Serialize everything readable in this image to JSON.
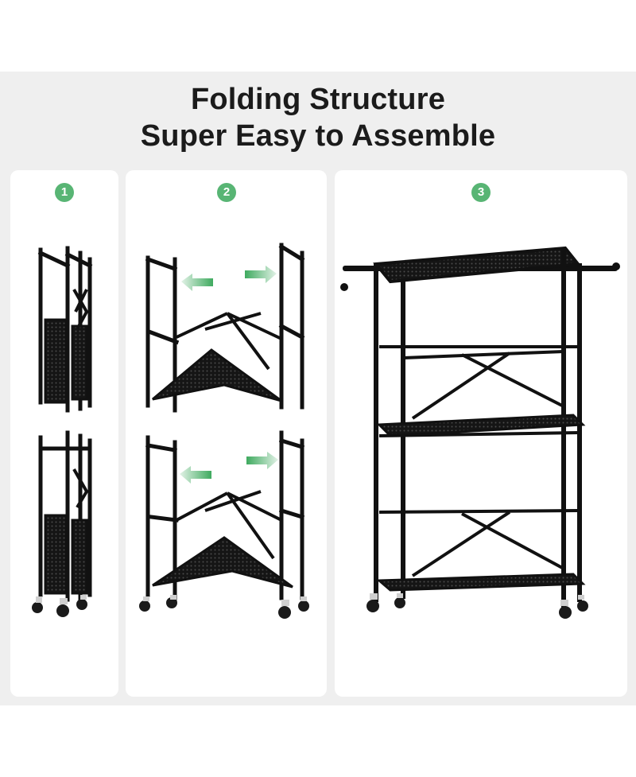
{
  "heading": {
    "line1": "Folding Structure",
    "line2": "Super Easy to Assemble"
  },
  "steps": [
    {
      "number": "1"
    },
    {
      "number": "2"
    },
    {
      "number": "3"
    }
  ],
  "colors": {
    "background_band": "#efefef",
    "panel": "#ffffff",
    "accent_green": "#58b574",
    "frame_black": "#111111",
    "title_text": "#1b1b1b"
  },
  "icons": {
    "arrow": "green-double-arrow-icon",
    "wheel": "caster-wheel-icon"
  }
}
